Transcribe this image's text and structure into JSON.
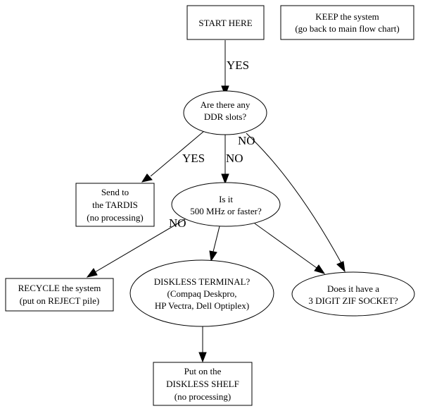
{
  "nodes": {
    "start": {
      "lines": [
        "START HERE"
      ]
    },
    "keep": {
      "lines": [
        "KEEP the system",
        "(go back to main flow chart)"
      ]
    },
    "ddr": {
      "lines": [
        "Are there any",
        "DDR slots?"
      ]
    },
    "tardis": {
      "lines": [
        "Send to",
        "the TARDIS",
        "(no processing)"
      ]
    },
    "speed": {
      "lines": [
        "Is it",
        "500 MHz or faster?"
      ]
    },
    "recycle": {
      "lines": [
        "RECYCLE the system",
        "(put on REJECT pile)"
      ]
    },
    "diskless": {
      "lines": [
        "DISKLESS TERMINAL?",
        "(Compaq Deskpro,",
        "HP Vectra, Dell Optiplex)"
      ]
    },
    "zif": {
      "lines": [
        "Does it have a",
        "3 DIGIT ZIF SOCKET?"
      ]
    },
    "shelf": {
      "lines": [
        "Put on the",
        "DISKLESS SHELF",
        "(no processing)"
      ]
    }
  },
  "edges": {
    "start_ddr": "YES",
    "ddr_tardis": "YES",
    "ddr_speed": "NO",
    "ddr_zif": "NO",
    "speed_recycle": "NO"
  }
}
